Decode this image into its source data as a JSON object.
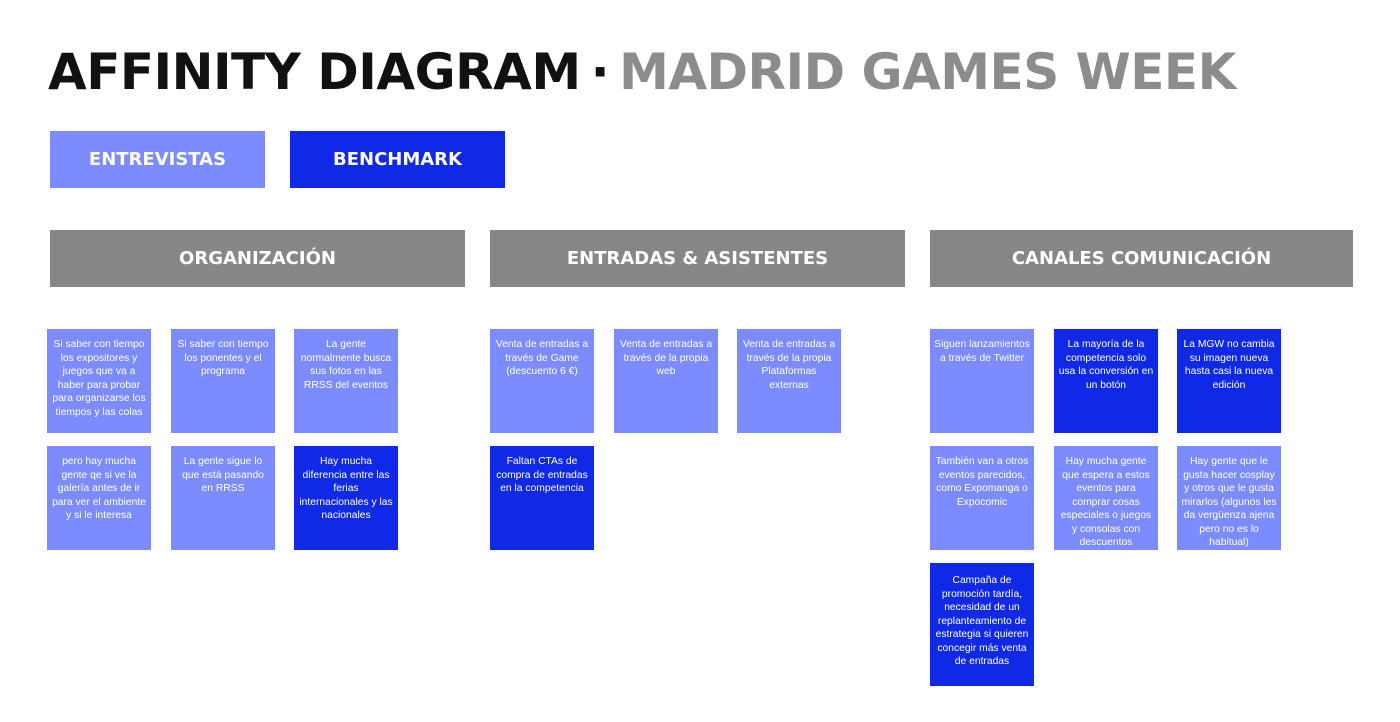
{
  "colors": {
    "light": "#7c8cff",
    "dark": "#1029e6",
    "header": "#878787"
  },
  "title": {
    "main": "AFFINITY DIAGRAM",
    "separator": "·",
    "sub": "MADRID GAMES WEEK"
  },
  "legend": {
    "interviews": "ENTREVISTAS",
    "benchmark": "BENCHMARK"
  },
  "categories": [
    {
      "label": "ORGANIZACIÓN"
    },
    {
      "label": "ENTRADAS & ASISTENTES"
    },
    {
      "label": "CANALES COMUNICACIÓN"
    }
  ],
  "notes": [
    {
      "text": "Si saber con tiempo los expositores y juegos que va a haber para probar para organizarse los tiempos y las colas",
      "source": "entrevistas"
    },
    {
      "text": "Si saber con tiempo los ponentes y el programa",
      "source": "entrevistas"
    },
    {
      "text": "La gente normalmente busca sus fotos en las RRSS del eventos",
      "source": "entrevistas"
    },
    {
      "text": "pero hay mucha gente qe si ve la galería antes de ir para ver el ambiente y si le interesa",
      "source": "entrevistas"
    },
    {
      "text": "La gente sigue lo que está pasando en RRSS",
      "source": "entrevistas"
    },
    {
      "text": "Hay mucha diferencia entre las ferias internacionales y las nacionales",
      "source": "benchmark"
    },
    {
      "text": "Venta de entradas a través de Game (descuento 6 €)",
      "source": "entrevistas"
    },
    {
      "text": "Venta de entradas a través de la propia web",
      "source": "entrevistas"
    },
    {
      "text": "Venta de entradas a través de la propia Plataformas externas",
      "source": "entrevistas"
    },
    {
      "text": "Faltan CTAs de compra de entradas en la competencia",
      "source": "benchmark"
    },
    {
      "text": "Siguen lanzamientos a través de Twitter",
      "source": "entrevistas"
    },
    {
      "text": "La mayoría de la competencia solo usa la conversión en un botón",
      "source": "benchmark"
    },
    {
      "text": "La MGW no cambia su imagen nueva hasta casi la nueva edición",
      "source": "benchmark"
    },
    {
      "text": "También van a otros eventos parecidos, como Expomanga o Expocomic",
      "source": "entrevistas"
    },
    {
      "text": "Hay mucha gente que espera a estos eventos para comprar cosas especiales o juegos y consolas con descuentos",
      "source": "entrevistas"
    },
    {
      "text": "Hay gente que le gusta hacer cosplay y otros que le gusta mirarlos (algunos les da vergüenza ajena pero no es lo habitual)",
      "source": "entrevistas"
    },
    {
      "text": "Campaña de promoción tardía, necesidad de un replanteamiento de estrategia si quieren concegir más venta de entradas",
      "source": "benchmark"
    }
  ]
}
